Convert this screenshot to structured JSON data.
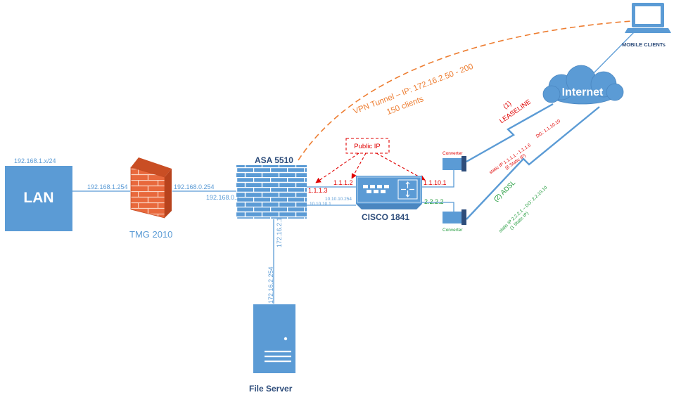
{
  "lan": {
    "label": "LAN",
    "subnet": "192.168.1.x/24"
  },
  "tmg": {
    "label": "TMG 2010",
    "ip_left": "192.168.1.254",
    "ip_right": "192.168.0.254"
  },
  "asa": {
    "label": "ASA 5510",
    "ip_inside": "192.168.0.1",
    "ip_outside": "1.1.1.3",
    "ip_to_router": "10.10.10.1",
    "ip_dmz": "172.16.2.1"
  },
  "router": {
    "label": "CISCO 1841",
    "ip_left": "1.1.1.2",
    "ip_to_asa": "10.10.10.254",
    "ip_lease": "1.1.10.1",
    "ip_adsl": "2.2.2.2"
  },
  "public_ip_label": "Public IP",
  "file_server": {
    "label": "File Server",
    "ip": "172.16.2.254"
  },
  "converter_top": "Converter",
  "converter_bottom": "Converter",
  "lease": {
    "title": "(1)",
    "name": "LEASELINE",
    "line1": "static IP 1.1.1.1 - 1.1.1.6",
    "line2": "(6 Static IP)",
    "gateway": "DG: 1.1.10.10"
  },
  "adsl": {
    "title": "(2) ADSL",
    "line1": "static IP 2.2.2.1 – DG: 2.2.10.10",
    "line2": "(1 Static IP)"
  },
  "internet": {
    "label": "Internet"
  },
  "mobile": {
    "label": "MOBILE CLIENTs"
  },
  "vpn": {
    "line1": "VPN Tunnel – IP: 172.16.2.50 - 200",
    "line2": "150 clients"
  },
  "colors": {
    "device_blue": "#5b9bd5",
    "label_dark": "#2e4d7b",
    "vpn_orange": "#ed7d31",
    "public_red": "#e00000",
    "adsl_green": "#1f9a3a"
  }
}
